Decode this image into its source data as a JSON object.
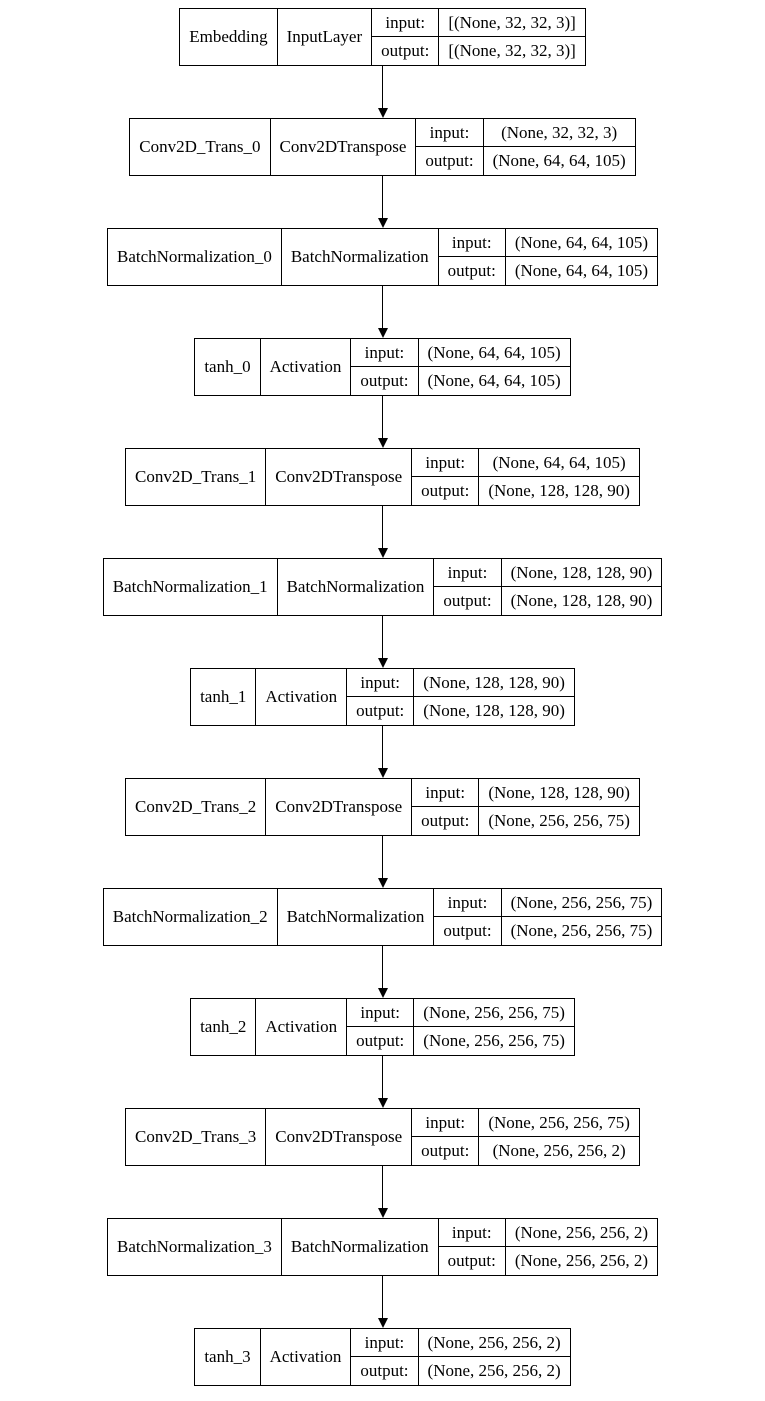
{
  "diagram_title": "model-architecture-graph",
  "labels": {
    "input": "input:",
    "output": "output:"
  },
  "colors": {
    "background": "#ffffff",
    "border": "#000000",
    "text": "#000000"
  },
  "nodes": [
    {
      "name": "Embedding",
      "type": "InputLayer",
      "input": "[(None, 32, 32, 3)]",
      "output": "[(None, 32, 32, 3)]"
    },
    {
      "name": "Conv2D_Trans_0",
      "type": "Conv2DTranspose",
      "input": "(None, 32, 32, 3)",
      "output": "(None, 64, 64, 105)"
    },
    {
      "name": "BatchNormalization_0",
      "type": "BatchNormalization",
      "input": "(None, 64, 64, 105)",
      "output": "(None, 64, 64, 105)"
    },
    {
      "name": "tanh_0",
      "type": "Activation",
      "input": "(None, 64, 64, 105)",
      "output": "(None, 64, 64, 105)"
    },
    {
      "name": "Conv2D_Trans_1",
      "type": "Conv2DTranspose",
      "input": "(None, 64, 64, 105)",
      "output": "(None, 128, 128, 90)"
    },
    {
      "name": "BatchNormalization_1",
      "type": "BatchNormalization",
      "input": "(None, 128, 128, 90)",
      "output": "(None, 128, 128, 90)"
    },
    {
      "name": "tanh_1",
      "type": "Activation",
      "input": "(None, 128, 128, 90)",
      "output": "(None, 128, 128, 90)"
    },
    {
      "name": "Conv2D_Trans_2",
      "type": "Conv2DTranspose",
      "input": "(None, 128, 128, 90)",
      "output": "(None, 256, 256, 75)"
    },
    {
      "name": "BatchNormalization_2",
      "type": "BatchNormalization",
      "input": "(None, 256, 256, 75)",
      "output": "(None, 256, 256, 75)"
    },
    {
      "name": "tanh_2",
      "type": "Activation",
      "input": "(None, 256, 256, 75)",
      "output": "(None, 256, 256, 75)"
    },
    {
      "name": "Conv2D_Trans_3",
      "type": "Conv2DTranspose",
      "input": "(None, 256, 256, 75)",
      "output": "(None, 256, 256, 2)"
    },
    {
      "name": "BatchNormalization_3",
      "type": "BatchNormalization",
      "input": "(None, 256, 256, 2)",
      "output": "(None, 256, 256, 2)"
    },
    {
      "name": "tanh_3",
      "type": "Activation",
      "input": "(None, 256, 256, 2)",
      "output": "(None, 256, 256, 2)"
    }
  ]
}
